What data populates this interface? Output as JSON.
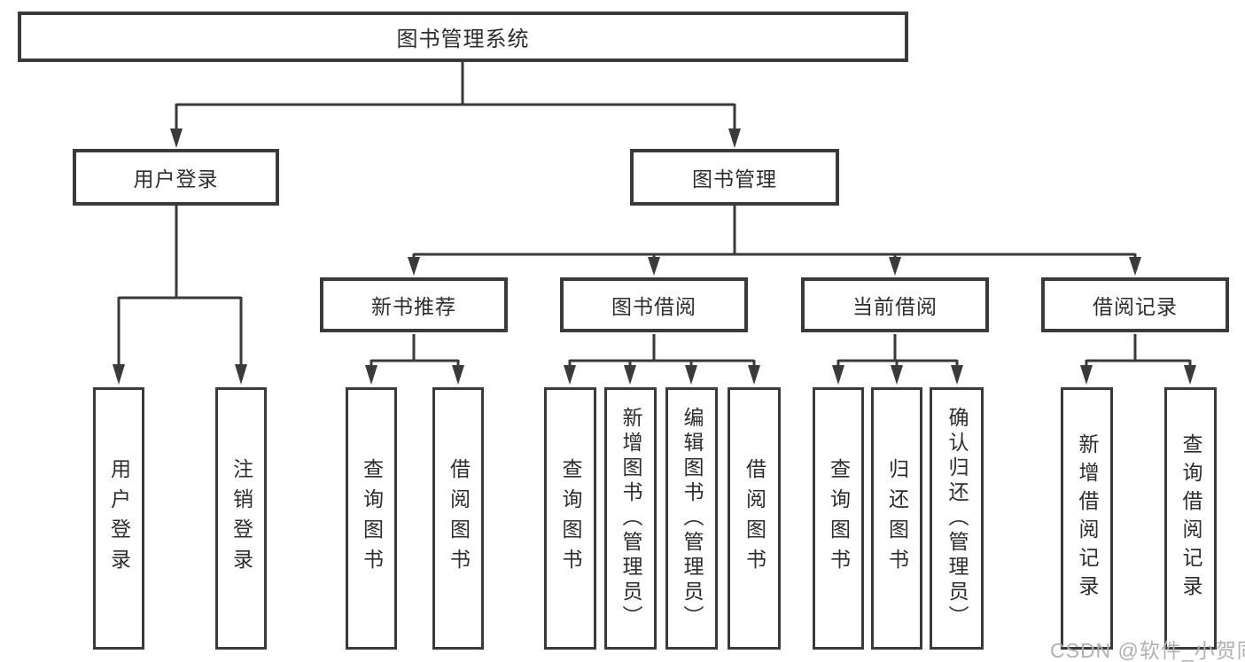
{
  "nodes": {
    "root": "图书管理系统",
    "level2": {
      "user_login": "用户登录",
      "book_management": "图书管理"
    },
    "level3": {
      "new_book_recommend": "新书推荐",
      "book_borrowing": "图书借阅",
      "current_borrowing": "当前借阅",
      "borrowing_records": "借阅记录"
    },
    "leaves": {
      "user_login": "用户登录",
      "logout": "注销登录",
      "query_books_recommend": "查询图书",
      "borrow_books_recommend": "借阅图书",
      "query_books_borrowing": "查询图书",
      "add_book_admin": "新增图书（管理员）",
      "edit_book_admin": "编辑图书（管理员）",
      "borrow_books_borrowing": "借阅图书",
      "query_books_current": "查询图书",
      "return_books": "归还图书",
      "confirm_return_admin": "确认归还（管理员）",
      "add_borrowing_record": "新增借阅记录",
      "query_borrowing_record": "查询借阅记录"
    }
  },
  "watermark": "CSDN @软件_小贺同学",
  "colors": {
    "line": "#3a3a3a",
    "text": "#2d2d2d",
    "watermark": "#b0b0b0",
    "background": "#ffffff"
  }
}
